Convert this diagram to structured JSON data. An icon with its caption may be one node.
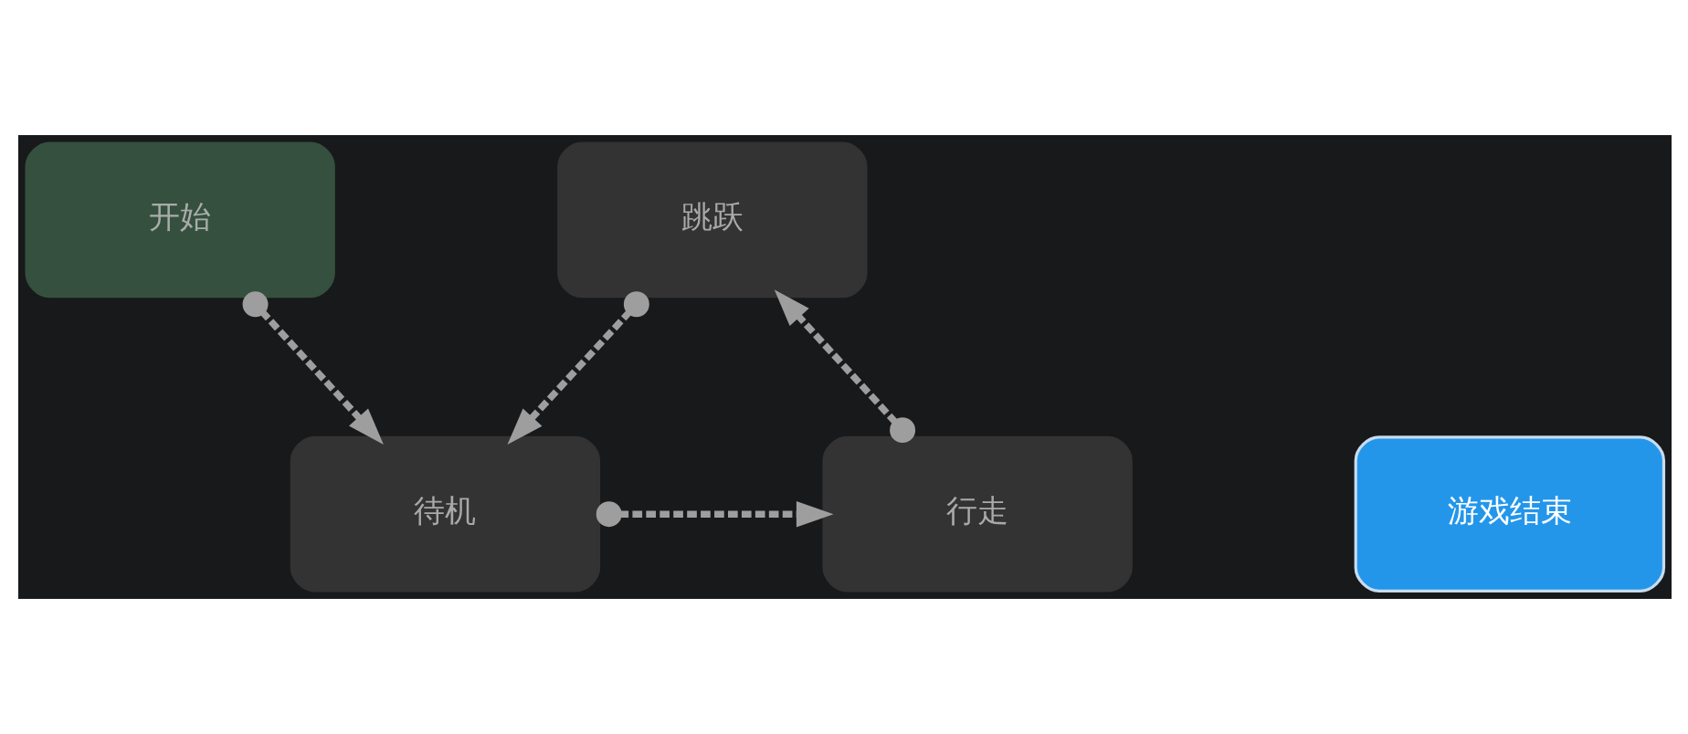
{
  "diagram": {
    "nodes": [
      {
        "text": [
          "开始"
        ]
      },
      {
        "text": [
          "跳跃"
        ]
      },
      {
        "text": [
          "待机"
        ]
      },
      {
        "text": [
          "行走"
        ]
      },
      {
        "text": [
          "游戏结束"
        ]
      }
    ],
    "edges": [
      {
        "from": 0,
        "to": 2,
        "arrow": "to"
      },
      {
        "from": 1,
        "to": 2,
        "arrow": "to"
      },
      {
        "from": 2,
        "to": 3,
        "arrow": "to"
      },
      {
        "from": 3,
        "to": 1,
        "arrow": "to"
      }
    ]
  }
}
